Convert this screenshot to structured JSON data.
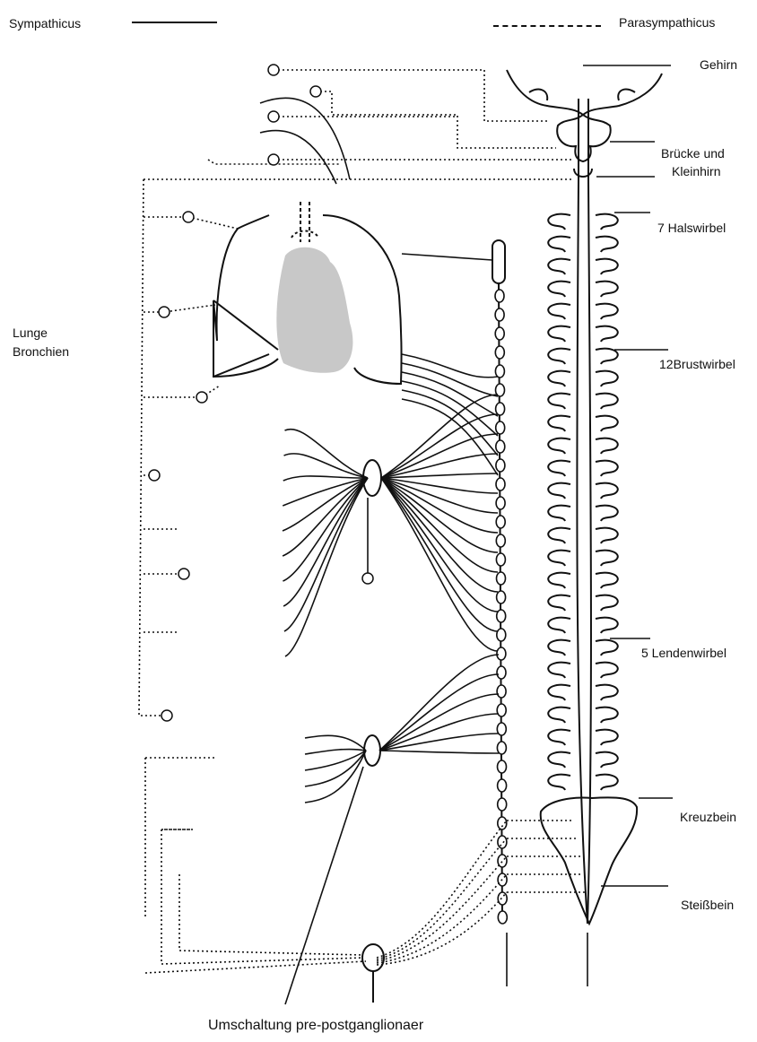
{
  "legend": {
    "sympathicus": "Sympathicus",
    "parasympathicus": "Parasympathicus"
  },
  "structures": {
    "brain": "Gehirn",
    "pons_line1": "Brücke und",
    "pons_line2": "Kleinhirn",
    "cervical": "7 Halswirbel",
    "thoracic": "12Brustwirbel",
    "lumbar": "5 Lendenwirbel",
    "sacrum": "Kreuzbein",
    "coccyx": "Steißbein"
  },
  "organ": {
    "line1": "Lunge",
    "line2": "Bronchien"
  },
  "caption": "Umschaltung pre-postganglionaer",
  "colors": {
    "ink": "#111111",
    "heart_fill": "#c8c8c8",
    "background": "#ffffff"
  }
}
